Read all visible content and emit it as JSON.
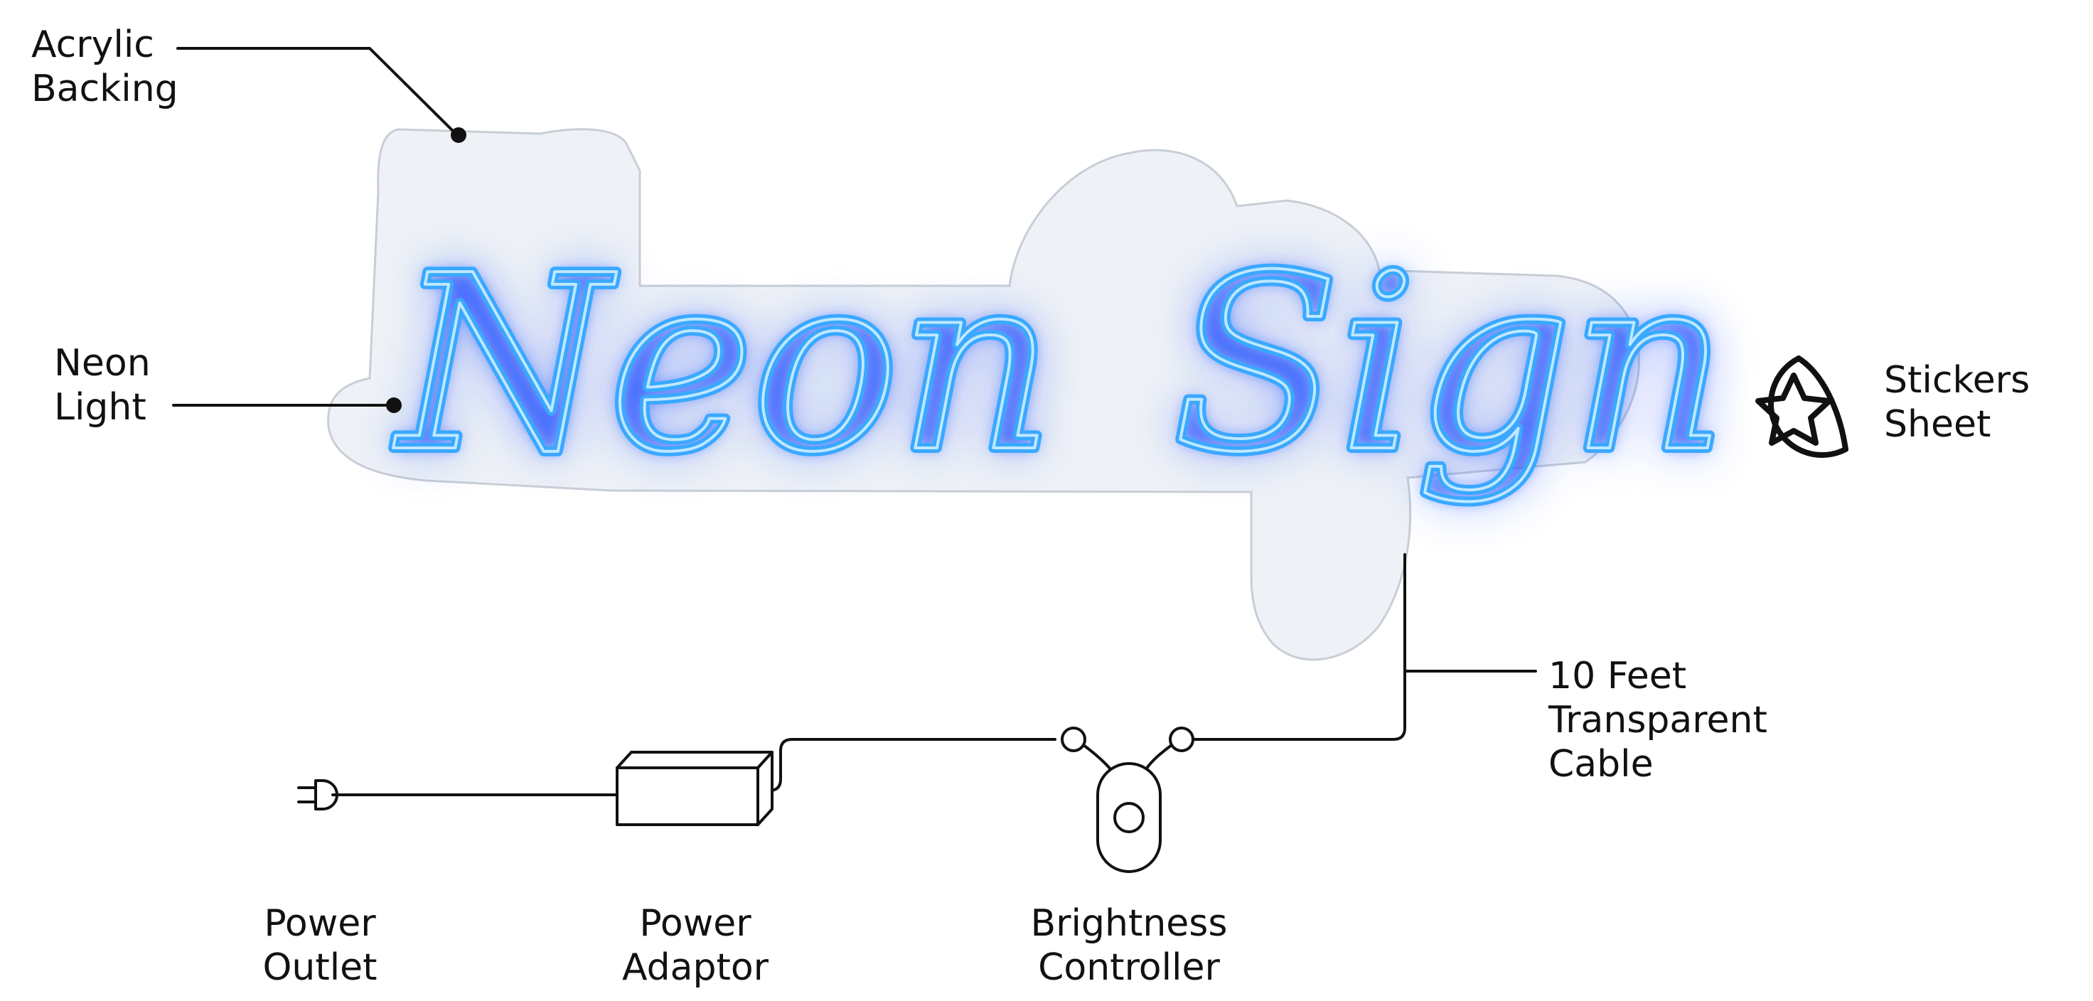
{
  "sign": {
    "text_word1": "Neon",
    "text_word2": "Sign",
    "glow_color": "#1a4dff",
    "tube_color": "#3aa8ff",
    "core_color": "#bfe8ff",
    "backing_color": "#eef1f6"
  },
  "labels": {
    "acrylic_backing": [
      "Acrylic",
      "Backing"
    ],
    "neon_light": [
      "Neon",
      "Light"
    ],
    "stickers_sheet": [
      "Stickers",
      "Sheet"
    ],
    "cable": [
      "10 Feet",
      "Transparent",
      "Cable"
    ],
    "power_outlet": [
      "Power",
      "Outlet"
    ],
    "power_adaptor": [
      "Power",
      "Adaptor"
    ],
    "brightness_controller": [
      "Brightness",
      "Controller"
    ]
  },
  "icons": {
    "stickers": "star-sticker-icon",
    "plug": "power-plug-icon",
    "adaptor": "power-adaptor-icon",
    "controller": "dimmer-controller-icon"
  }
}
